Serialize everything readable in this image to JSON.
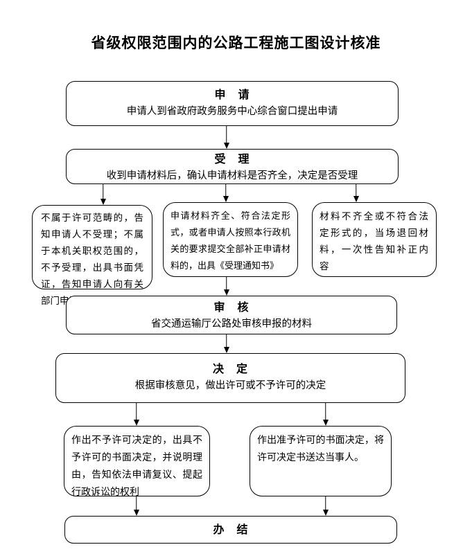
{
  "page": {
    "title": "省级权限范围内的公路工程施工图设计核准"
  },
  "nodes": {
    "apply": {
      "label": "申　请",
      "desc": "申请人到省政府政务服务中心综合窗口提出申请"
    },
    "accept": {
      "label": "受　理",
      "desc": "收到申请材料后，确认申请材料是否齐全，决定是否受理"
    },
    "reject_scope": {
      "text": "不属于许可范畴的，告知申请人不受理；不属于本机关职权范围的，不予受理，出具书面凭证，告知申请人向有关部门申请"
    },
    "accept_notice": {
      "text": "申请材料齐全、符合法定形式，或者申请人按照本行政机关的要求提交全部补正申请材料的，出具《受理通知书》"
    },
    "return_materials": {
      "text": "材料不齐全或不符合法定形式的，当场退回材料，一次性告知补正内容"
    },
    "review": {
      "label": "审　核",
      "desc": "省交通运输厅公路处审核申报的材料"
    },
    "decide": {
      "label": "决　定",
      "desc": "根据审核意见，做出许可或不予许可的决定"
    },
    "deny": {
      "text": "作出不予许可决定的，出具不予许可的书面决定，并说明理由，告知依法申请复议、提起行政诉讼的权利"
    },
    "grant": {
      "text": "作出准予许可的书面决定，将许可决定书送达当事人。"
    },
    "finish": {
      "label": "办　结"
    }
  },
  "colors": {
    "ink": "#000000",
    "background": "#ffffff"
  }
}
